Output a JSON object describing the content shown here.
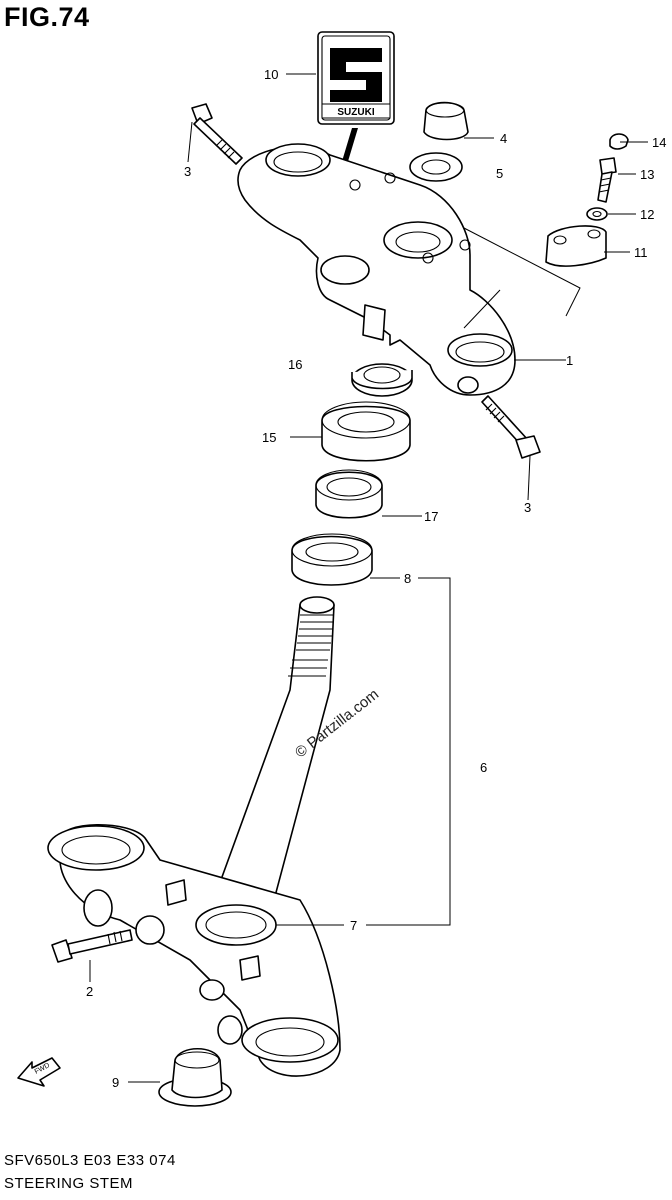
{
  "figure": {
    "title": "FIG.74",
    "model_code": "SFV650L3  E03  E33  074",
    "section_name": "STEERING STEM",
    "watermark": "© Partzilla.com",
    "emblem_text": "SUZUKI",
    "fwd_label": "FWD"
  },
  "callouts": [
    {
      "id": "1",
      "label": "1"
    },
    {
      "id": "2",
      "label": "2"
    },
    {
      "id": "3a",
      "label": "3"
    },
    {
      "id": "3b",
      "label": "3"
    },
    {
      "id": "4",
      "label": "4"
    },
    {
      "id": "5",
      "label": "5"
    },
    {
      "id": "6",
      "label": "6"
    },
    {
      "id": "7",
      "label": "7"
    },
    {
      "id": "8",
      "label": "8"
    },
    {
      "id": "9",
      "label": "9"
    },
    {
      "id": "10",
      "label": "10"
    },
    {
      "id": "11",
      "label": "11"
    },
    {
      "id": "12",
      "label": "12"
    },
    {
      "id": "13",
      "label": "13"
    },
    {
      "id": "14",
      "label": "14"
    },
    {
      "id": "15",
      "label": "15"
    },
    {
      "id": "16",
      "label": "16"
    },
    {
      "id": "17",
      "label": "17"
    }
  ]
}
